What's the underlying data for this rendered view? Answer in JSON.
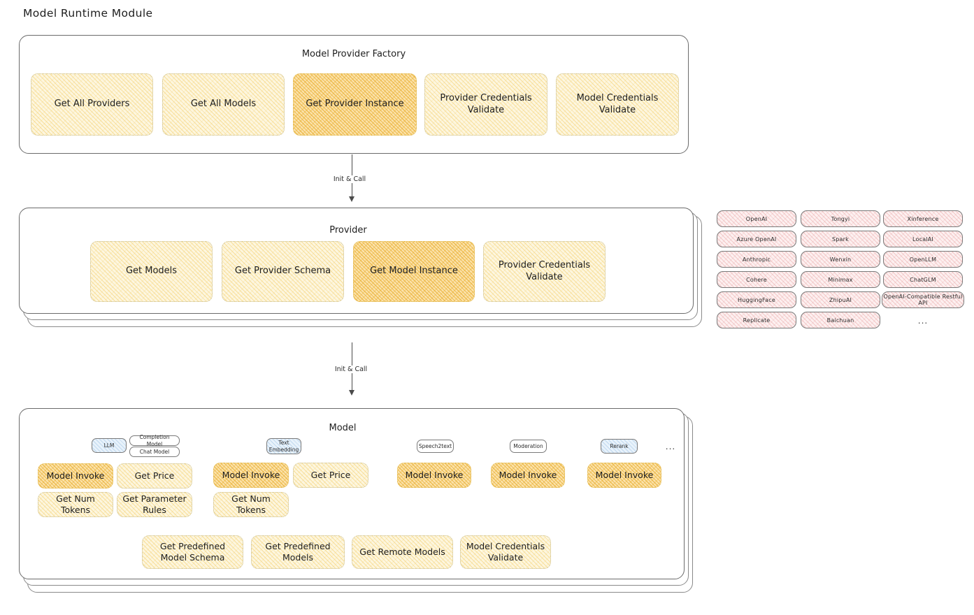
{
  "page": {
    "title": "Model Runtime Module"
  },
  "factory": {
    "title": "Model Provider Factory",
    "nodes": [
      {
        "label": "Get All Providers",
        "highlight": false
      },
      {
        "label": "Get All Models",
        "highlight": false
      },
      {
        "label": "Get Provider Instance",
        "highlight": true
      },
      {
        "label": "Provider Credentials Validate",
        "highlight": false
      },
      {
        "label": "Model Credentials Validate",
        "highlight": false
      }
    ]
  },
  "arrows": [
    {
      "label": "Init & Call"
    },
    {
      "label": "Init & Call"
    }
  ],
  "provider": {
    "title": "Provider",
    "nodes": [
      {
        "label": "Get Models",
        "highlight": false
      },
      {
        "label": "Get Provider Schema",
        "highlight": false
      },
      {
        "label": "Get Model Instance",
        "highlight": true
      },
      {
        "label": "Provider Credentials Validate",
        "highlight": false
      }
    ]
  },
  "provider_list": {
    "columns": [
      [
        "OpenAI",
        "Azure OpenAI",
        "Anthropic",
        "Cohere",
        "HuggingFace",
        "Replicate"
      ],
      [
        "Tongyi",
        "Spark",
        "Wenxin",
        "Minimax",
        "ZhipuAI",
        "Baichuan"
      ],
      [
        "Xinference",
        "LocalAI",
        "OpenLLM",
        "ChatGLM",
        "OpenAI-Compatible Restful API"
      ]
    ],
    "more": "..."
  },
  "model": {
    "title": "Model",
    "more": "...",
    "types": [
      {
        "badges": [
          {
            "label": "LLM",
            "style": "blue"
          },
          {
            "label": "Completion Model",
            "style": "plain"
          },
          {
            "label": "Chat Model",
            "style": "plain"
          }
        ],
        "nodes": [
          {
            "label": "Model Invoke",
            "highlight": true
          },
          {
            "label": "Get Price",
            "highlight": false
          },
          {
            "label": "Get Num Tokens",
            "highlight": false
          },
          {
            "label": "Get Parameter Rules",
            "highlight": false
          }
        ]
      },
      {
        "badges": [
          {
            "label": "Text Embedding",
            "style": "blue"
          }
        ],
        "nodes": [
          {
            "label": "Model Invoke",
            "highlight": true
          },
          {
            "label": "Get Price",
            "highlight": false
          },
          {
            "label": "Get Num Tokens",
            "highlight": false
          }
        ]
      },
      {
        "badges": [
          {
            "label": "Speech2text",
            "style": "plain"
          }
        ],
        "nodes": [
          {
            "label": "Model Invoke",
            "highlight": true
          }
        ]
      },
      {
        "badges": [
          {
            "label": "Moderation",
            "style": "plain"
          }
        ],
        "nodes": [
          {
            "label": "Model Invoke",
            "highlight": true
          }
        ]
      },
      {
        "badges": [
          {
            "label": "Rerank",
            "style": "blue"
          }
        ],
        "nodes": [
          {
            "label": "Model Invoke",
            "highlight": true
          }
        ]
      }
    ],
    "common_nodes": [
      {
        "label": "Get Predefined Model Schema"
      },
      {
        "label": "Get Predefined Models"
      },
      {
        "label": "Get Remote Models"
      },
      {
        "label": "Model Credentials Validate"
      }
    ]
  },
  "colors": {
    "node_fill": "#fdf6df",
    "node_highlight_fill": "#fbe3ad",
    "chip_fill": "#fdf0f0",
    "badge_blue_fill": "#e8f2fb",
    "stroke": "#6b6b6b"
  }
}
